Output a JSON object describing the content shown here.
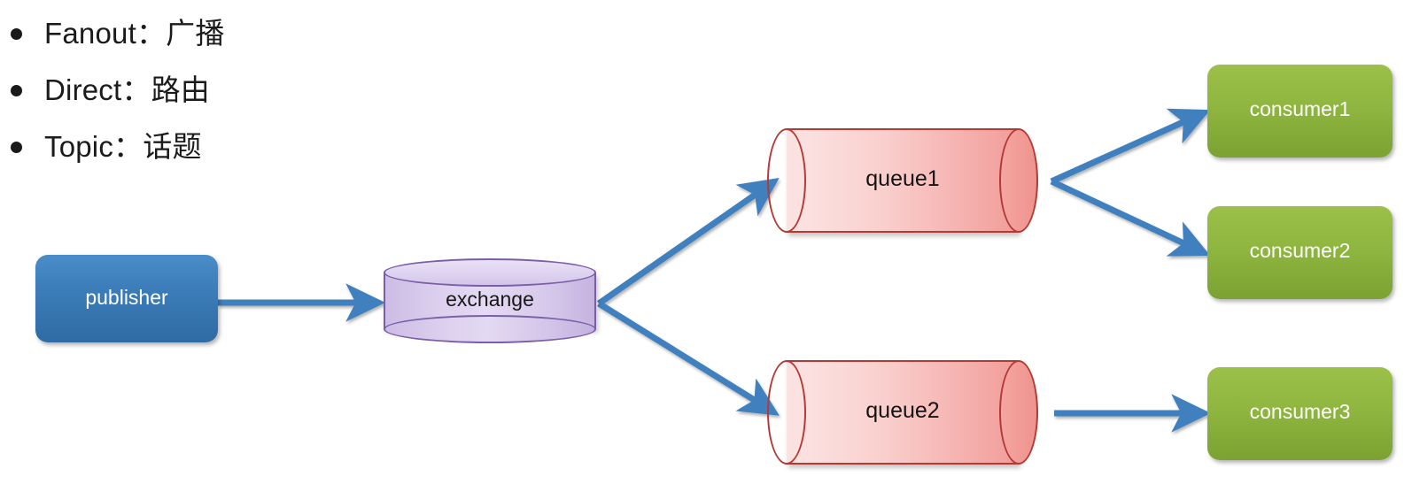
{
  "bullets": [
    {
      "label": "Fanout：广播"
    },
    {
      "label": "Direct：路由"
    },
    {
      "label": "Topic：话题"
    }
  ],
  "nodes": {
    "publisher": {
      "label": "publisher"
    },
    "exchange": {
      "label": "exchange"
    },
    "queue1": {
      "label": "queue1"
    },
    "queue2": {
      "label": "queue2"
    },
    "consumer1": {
      "label": "consumer1"
    },
    "consumer2": {
      "label": "consumer2"
    },
    "consumer3": {
      "label": "consumer3"
    }
  },
  "colors": {
    "publisher_fill": "#3b7cb8",
    "consumer_fill": "#8fb63f",
    "exchange_fill": "#ddd0ef",
    "exchange_stroke": "#7b5ea7",
    "queue_fill": "#f9cfcd",
    "queue_stroke": "#b33a35",
    "arrow": "#4080bf",
    "text_dark": "#1b1b1b",
    "text_light": "#ffffff",
    "background": "#ffffff"
  },
  "edges": [
    {
      "from": "publisher",
      "to": "exchange"
    },
    {
      "from": "exchange",
      "to": "queue1"
    },
    {
      "from": "exchange",
      "to": "queue2"
    },
    {
      "from": "queue1",
      "to": "consumer1"
    },
    {
      "from": "queue1",
      "to": "consumer2"
    },
    {
      "from": "queue2",
      "to": "consumer3"
    }
  ]
}
